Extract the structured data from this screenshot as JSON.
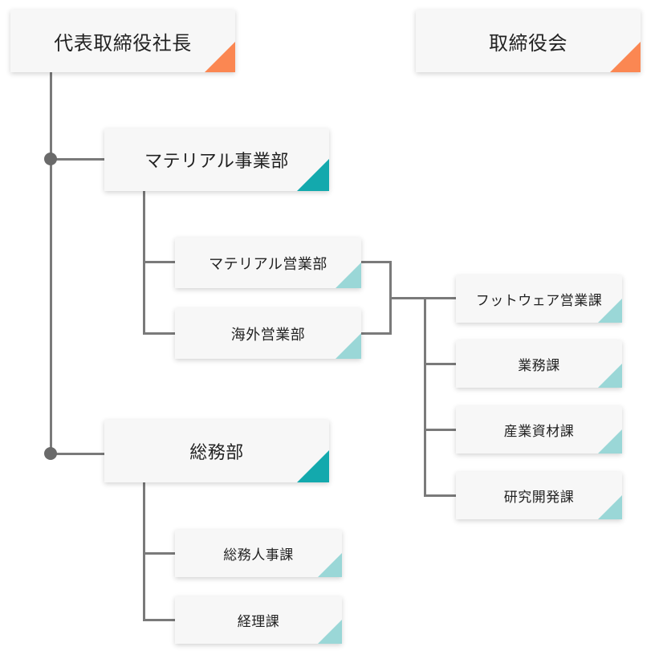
{
  "colors": {
    "top": "#fb8752",
    "division": "#13a9ad",
    "sub": "#9ad7d7",
    "line": "#7a7a7a"
  },
  "org": {
    "president": "代表取締役社長",
    "board": "取締役会",
    "material_division": "マテリアル事業部",
    "material_sales": "マテリアル営業部",
    "overseas_sales": "海外営業部",
    "footwear_sales": "フットウェア営業課",
    "business": "業務課",
    "industrial_materials": "産業資材課",
    "rnd": "研究開発課",
    "general_affairs": "総務部",
    "ga_hr": "総務人事課",
    "accounting": "経理課"
  }
}
